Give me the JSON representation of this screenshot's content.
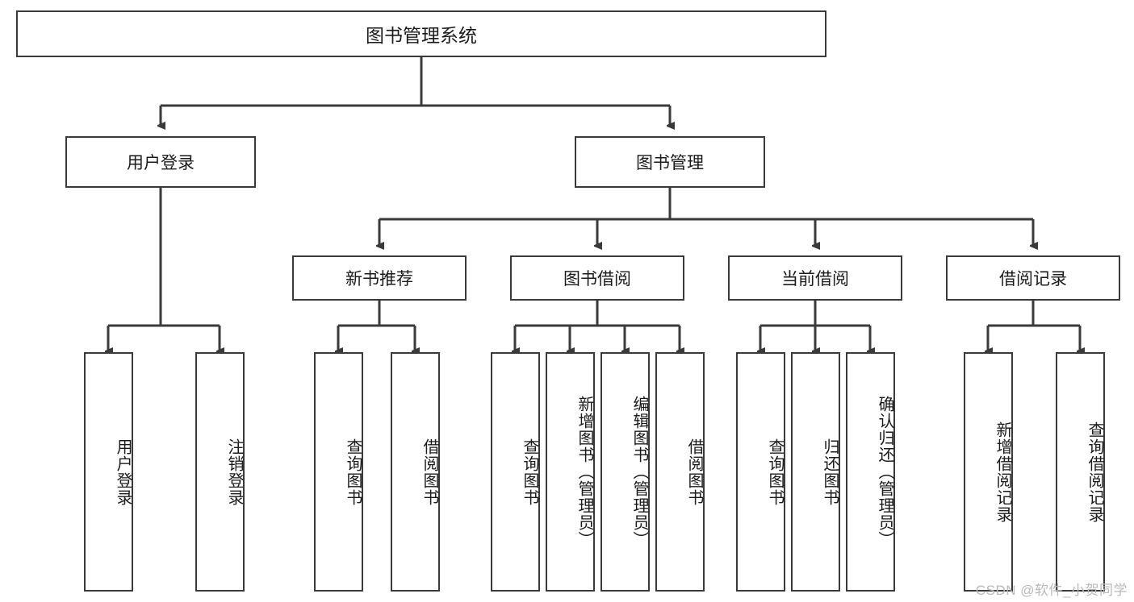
{
  "diagram": {
    "type": "tree",
    "title": "图书管理系统",
    "watermark": "CSDN @软件_小贺同学",
    "colors": {
      "box_border": "#3a3a3a",
      "box_fill": "#ffffff",
      "edge": "#3a3a3a",
      "text": "#1b1b1b",
      "watermark": "#b9b9b9",
      "background": "#ffffff"
    },
    "root": {
      "label": "图书管理系统"
    },
    "level2": [
      {
        "label": "用户登录"
      },
      {
        "label": "图书管理"
      }
    ],
    "level3": [
      {
        "label": "新书推荐"
      },
      {
        "label": "图书借阅"
      },
      {
        "label": "当前借阅"
      },
      {
        "label": "借阅记录"
      }
    ],
    "leaves": {
      "user_login": [
        {
          "label": "用户登录"
        },
        {
          "label": "注销登录"
        }
      ],
      "new_book_recommend": [
        {
          "label": "查询图书"
        },
        {
          "label": "借阅图书"
        }
      ],
      "book_borrow": [
        {
          "label": "查询图书"
        },
        {
          "label": "新增图书（管理员）"
        },
        {
          "label": "编辑图书（管理员）"
        },
        {
          "label": "借阅图书"
        }
      ],
      "current_borrow": [
        {
          "label": "查询图书"
        },
        {
          "label": "归还图书"
        },
        {
          "label": "确认归还（管理员）"
        }
      ],
      "borrow_record": [
        {
          "label": "新增借阅记录"
        },
        {
          "label": "查询借阅记录"
        }
      ]
    }
  }
}
